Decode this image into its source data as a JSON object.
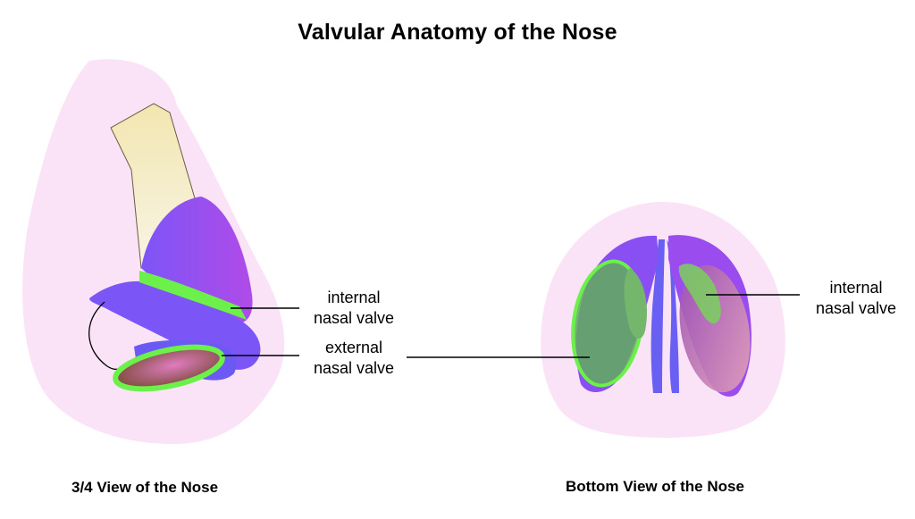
{
  "title": "Valvular Anatomy of the Nose",
  "views": {
    "three_quarter": {
      "caption": "3/4 View of the Nose",
      "internal_label": [
        "internal",
        "nasal valve"
      ],
      "external_label": [
        "external",
        "nasal valve"
      ]
    },
    "bottom": {
      "caption": "Bottom View of the Nose",
      "internal_label": [
        "internal",
        "nasal valve"
      ]
    }
  },
  "colors": {
    "skin": "#fbe3f7",
    "cartilage": "#8a4ff2",
    "bone": "#f3e8b7",
    "valve": "#6cf04a",
    "nostril": "#b86d86"
  }
}
